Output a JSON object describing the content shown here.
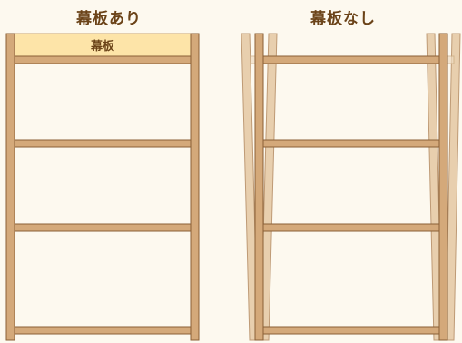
{
  "left_diagram": {
    "title": "幕板あり",
    "panel_label": "幕板"
  },
  "right_diagram": {
    "title": "幕板なし"
  },
  "colors": {
    "background": "#fdf9ef",
    "wood": "#d4a97a",
    "wood_edge": "#8a6036",
    "panel_fill": "#fde4a8",
    "tilted_ghost": "#e6cba7",
    "title_text": "#6b4318"
  }
}
